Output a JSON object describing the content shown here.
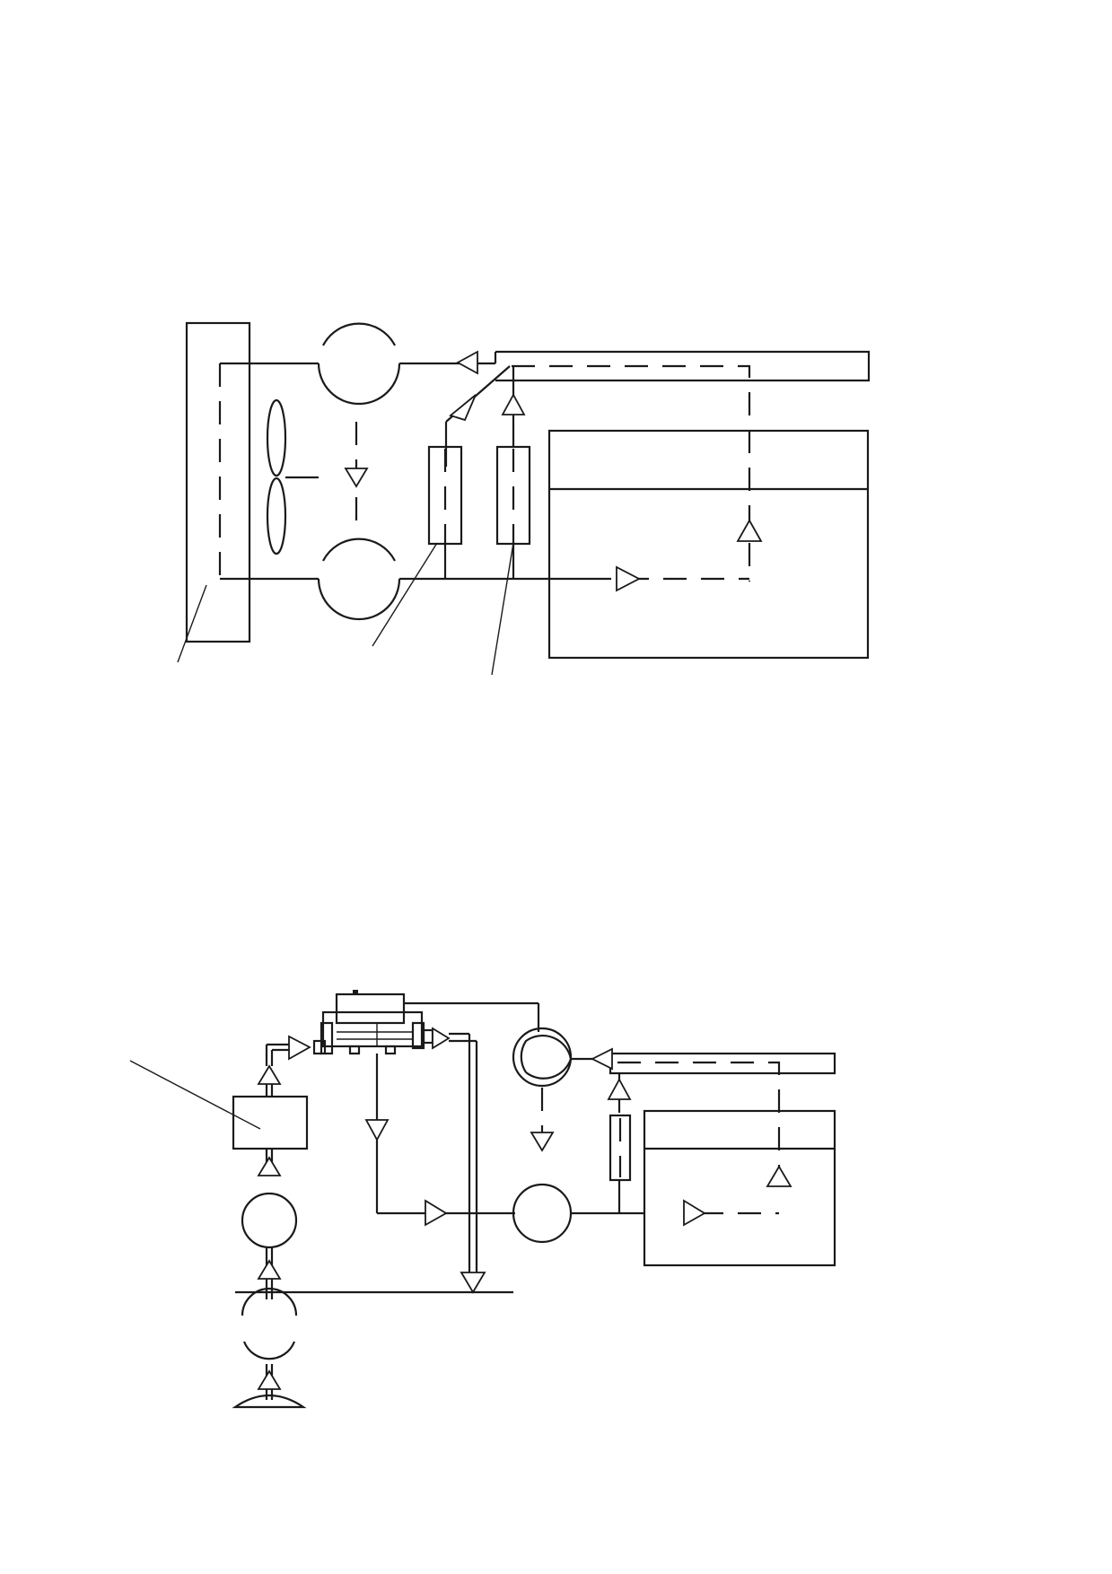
{
  "page": {
    "background": "#ffffff",
    "line_color": "#1a1a1a"
  },
  "figures": [
    {
      "name": "upper-schematic",
      "components": [
        "heat-exchanger",
        "fan",
        "pump-upper",
        "pump-lower",
        "filter-left",
        "filter-right",
        "tank",
        "return-pipe"
      ],
      "leader_lines": 3
    },
    {
      "name": "lower-schematic",
      "components": [
        "valve-assembly",
        "box-unit",
        "pump",
        "pump-lower",
        "pump-upper",
        "pump-bottom",
        "filter",
        "tank",
        "return-pipe",
        "drain-pipe",
        "base-dome",
        "ground-line"
      ],
      "leader_lines": 1
    }
  ]
}
